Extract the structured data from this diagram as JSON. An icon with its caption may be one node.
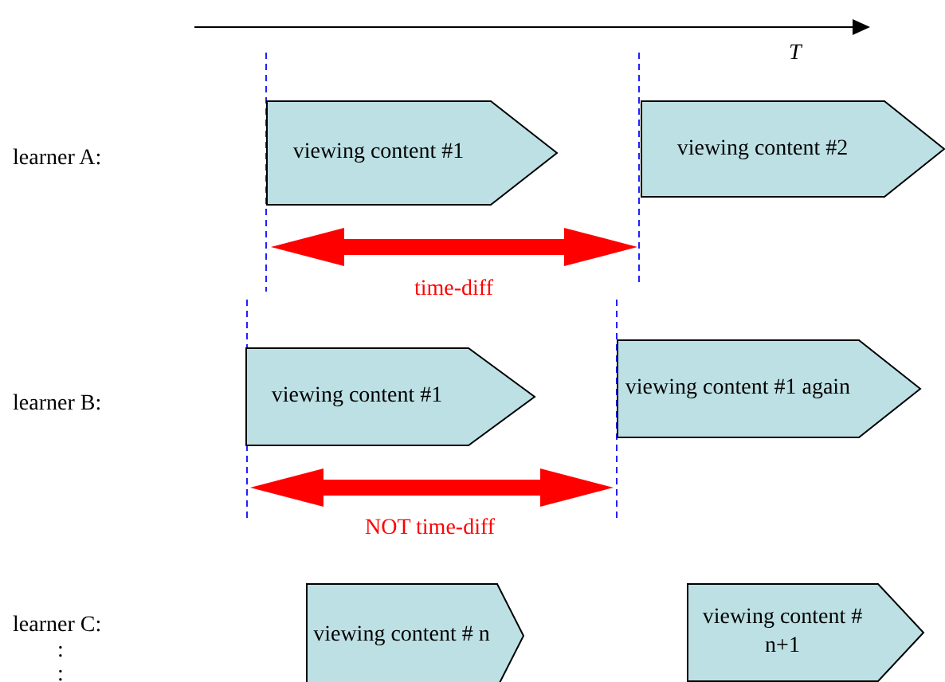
{
  "diagram": {
    "nodes": [
      {
        "text": [
          "viewing content #1"
        ]
      },
      {
        "text": [
          "viewing content #2"
        ]
      },
      {
        "text": [
          "viewing content #1"
        ]
      },
      {
        "text": [
          "viewing content #1 again"
        ]
      },
      {
        "text": [
          "viewing content # n"
        ]
      },
      {
        "text": [
          "viewing content # n+1"
        ]
      }
    ],
    "edges": [],
    "labels": [
      "T",
      "learner A:",
      "time-diff",
      "learner B:",
      "NOT time-diff",
      "learner C:",
      ":",
      ":"
    ]
  }
}
